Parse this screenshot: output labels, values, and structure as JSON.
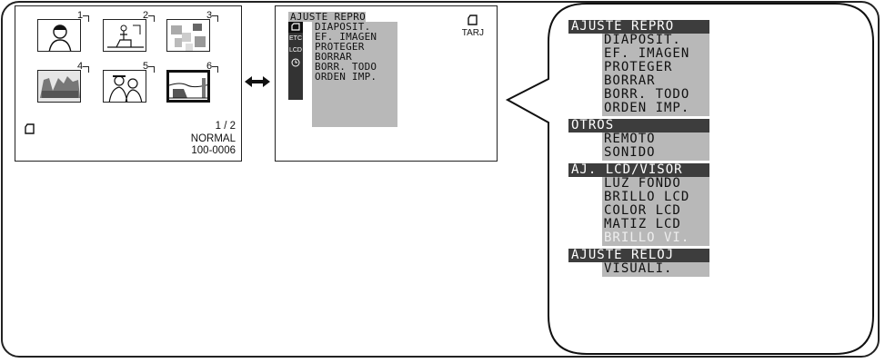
{
  "thumbnails": [
    {
      "number": "1",
      "subject": "portrait-icon",
      "selected": false
    },
    {
      "number": "2",
      "subject": "seated-figure-icon",
      "selected": false
    },
    {
      "number": "3",
      "subject": "mosaic-icon",
      "selected": false
    },
    {
      "number": "4",
      "subject": "group-icon",
      "selected": false
    },
    {
      "number": "5",
      "subject": "couple-icon",
      "selected": false
    },
    {
      "number": "6",
      "subject": "landscape-icon",
      "selected": true
    }
  ],
  "index_screen": {
    "page": "1 / 2",
    "quality": "NORMAL",
    "file_number": "100-0006",
    "media_icon": "memory-card-icon"
  },
  "small_menu": {
    "title": "AJUSTE REPRO",
    "card_label": "TARJ",
    "icons": [
      {
        "label": "",
        "name": "memory-card-icon",
        "active": true
      },
      {
        "label": "ETC",
        "name": "etc-icon",
        "active": false
      },
      {
        "label": "LCD",
        "name": "lcd-icon",
        "active": false
      },
      {
        "label": "",
        "name": "clock-icon",
        "active": false
      }
    ],
    "items": [
      "DIAPOSIT.",
      "EF. IMAGEN",
      "PROTEGER",
      "BORRAR",
      "BORR. TODO",
      "ORDEN IMP."
    ]
  },
  "menu_tree": [
    {
      "header": "AJUSTE REPRO",
      "items": [
        {
          "label": "DIAPOSIT.",
          "disabled": false
        },
        {
          "label": "EF. IMAGEN",
          "disabled": false
        },
        {
          "label": "PROTEGER",
          "disabled": false
        },
        {
          "label": "BORRAR",
          "disabled": false
        },
        {
          "label": "BORR. TODO",
          "disabled": false
        },
        {
          "label": "ORDEN IMP.",
          "disabled": false
        }
      ]
    },
    {
      "header": "OTROS",
      "items": [
        {
          "label": "REMOTO",
          "disabled": false
        },
        {
          "label": "SONIDO",
          "disabled": false
        }
      ]
    },
    {
      "header": "AJ. LCD/VISOR",
      "items": [
        {
          "label": "LUZ FONDO",
          "disabled": false
        },
        {
          "label": "BRILLO LCD",
          "disabled": false
        },
        {
          "label": "COLOR LCD",
          "disabled": false
        },
        {
          "label": "MATIZ LCD",
          "disabled": false
        },
        {
          "label": "BRILLO VI.",
          "disabled": true
        }
      ]
    },
    {
      "header": "AJUSTE RELOJ",
      "items": [
        {
          "label": "VISUALI.",
          "disabled": false
        }
      ]
    }
  ],
  "colors": {
    "header_bg": "#3d3d3d",
    "item_bg": "#b8b8b8",
    "disabled_text": "#eeeeee"
  }
}
